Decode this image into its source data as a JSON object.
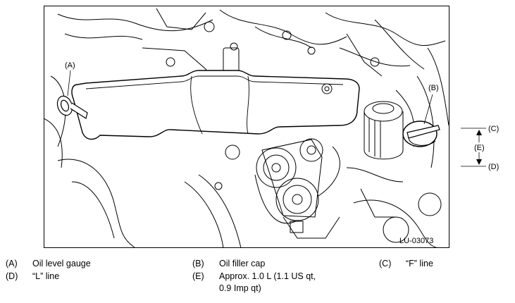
{
  "figure": {
    "id": "LU-03073",
    "callouts": {
      "A": "(A)",
      "B": "(B)",
      "C": "(C)",
      "D": "(D)",
      "E": "(E)"
    }
  },
  "legend": [
    {
      "code": "(A)",
      "text": "Oil level gauge"
    },
    {
      "code": "(B)",
      "text": "Oil filler cap"
    },
    {
      "code": "(C)",
      "text": "“F” line"
    },
    {
      "code": "(D)",
      "text": "“L” line"
    },
    {
      "code": "(E)",
      "text": "Approx. 1.0 L (1.1 US qt,",
      "text2": "0.9 Imp qt)"
    }
  ]
}
